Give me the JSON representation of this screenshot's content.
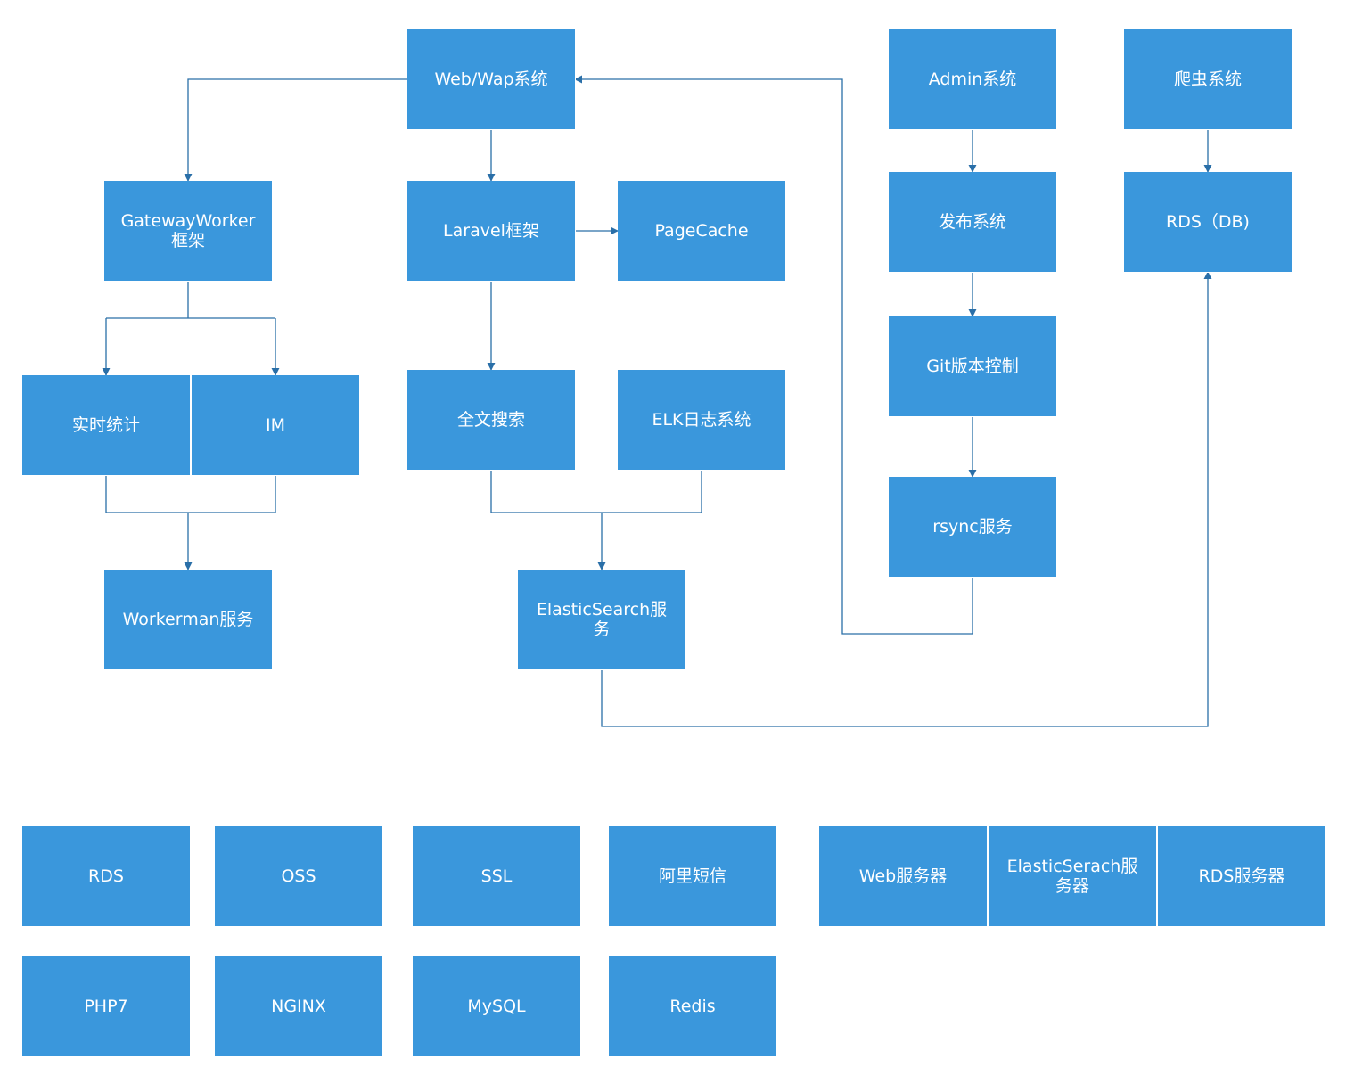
{
  "colors": {
    "box_fill": "#3a97dc",
    "box_text": "#ffffff",
    "connector": "#2a6fa8",
    "background": "#ffffff"
  },
  "nodes": {
    "web_wap": "Web/Wap系统",
    "admin": "Admin系统",
    "crawler": "爬虫系统",
    "gateway_worker": "GatewayWorker框架",
    "laravel": "Laravel框架",
    "pagecache": "PageCache",
    "publish": "发布系统",
    "rds_db": "RDS（DB)",
    "git": "Git版本控制",
    "realtime_stats": "实时统计",
    "im": "IM",
    "fulltext_search": "全文搜索",
    "elk": "ELK日志系统",
    "rsync": "rsync服务",
    "workerman": "Workerman服务",
    "elasticsearch": "ElasticSearch服务"
  },
  "services": {
    "rds": "RDS",
    "oss": "OSS",
    "ssl": "SSL",
    "aliyun_sms": "阿里短信",
    "php7": "PHP7",
    "nginx": "NGINX",
    "mysql": "MySQL",
    "redis": "Redis"
  },
  "servers": {
    "web": "Web服务器",
    "elasticsearch": "ElasticSerach服务器",
    "rds": "RDS服务器"
  }
}
